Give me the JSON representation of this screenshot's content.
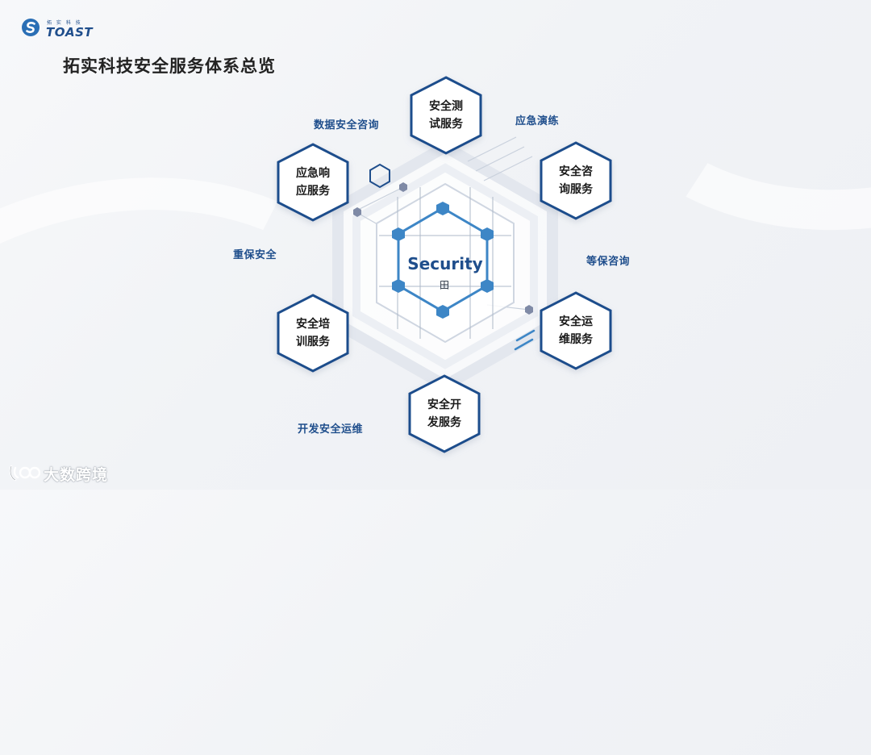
{
  "header": {
    "logo_small_text": "拓 实 科 技",
    "logo_text": "TOAST",
    "title": "拓实科技安全服务体系总览"
  },
  "center": {
    "title": "Security",
    "icon_glyph": "田"
  },
  "services": [
    {
      "line1": "安全测",
      "line2": "试服务"
    },
    {
      "line1": "安全咨",
      "line2": "询服务"
    },
    {
      "line1": "安全运",
      "line2": "维服务"
    },
    {
      "line1": "安全开",
      "line2": "发服务"
    },
    {
      "line1": "安全培",
      "line2": "训服务"
    },
    {
      "line1": "应急响",
      "line2": "应服务"
    }
  ],
  "side_labels": {
    "data_security_consulting": "数据安全咨询",
    "emergency_drill": "应急演练",
    "classified_protection_consulting": "等保咨询",
    "devsecops": "开发安全运维",
    "key_event_security": "重保安全"
  },
  "watermark": {
    "text": "大数跨境"
  },
  "colors": {
    "accent_blue": "#1f4e8c",
    "node_blue": "#3d86c6",
    "hex_border": "#1f4e8c",
    "background": "#f3f4f7"
  }
}
